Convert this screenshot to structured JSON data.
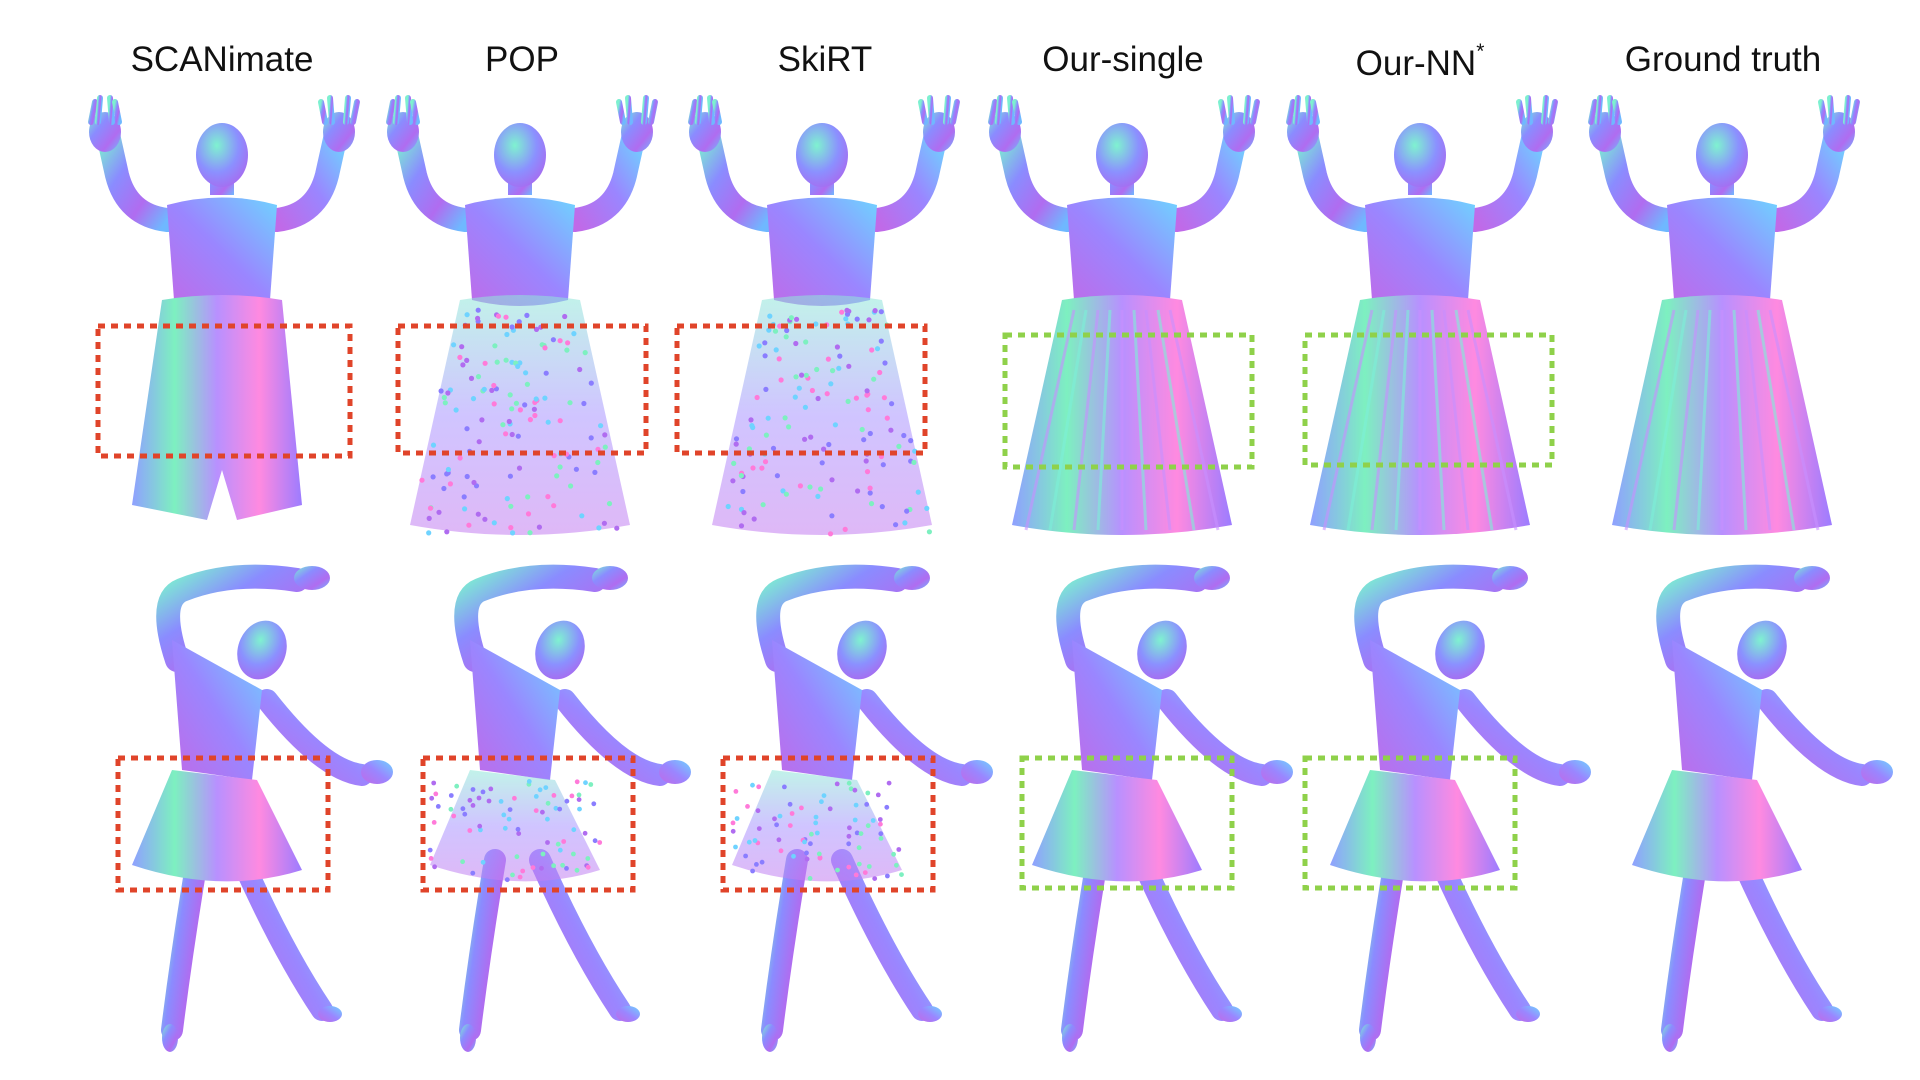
{
  "figure": {
    "columns": [
      {
        "label": "SCANimate",
        "method": "scanimate",
        "box_status": "failure"
      },
      {
        "label": "POP",
        "method": "pop",
        "box_status": "failure"
      },
      {
        "label": "SkiRT",
        "method": "skirt",
        "box_status": "failure"
      },
      {
        "label": "Our-single",
        "method": "our-single",
        "box_status": "success"
      },
      {
        "label": "Our-NN",
        "label_superscript": "*",
        "method": "our-nn",
        "box_status": "success"
      },
      {
        "label": "Ground truth",
        "method": "ground-truth",
        "box_status": "none"
      }
    ],
    "rows": [
      {
        "pose": "arms-raised",
        "garment": "long-skirt"
      },
      {
        "pose": "side-bend",
        "garment": "short-dress"
      }
    ],
    "colors": {
      "failure_box": "#e0442a",
      "success_box": "#8fd14a",
      "normal_map_palette": [
        "#8a7dff",
        "#b06cf0",
        "#6fd3ff",
        "#7df0c0",
        "#ff7ad9"
      ]
    }
  }
}
